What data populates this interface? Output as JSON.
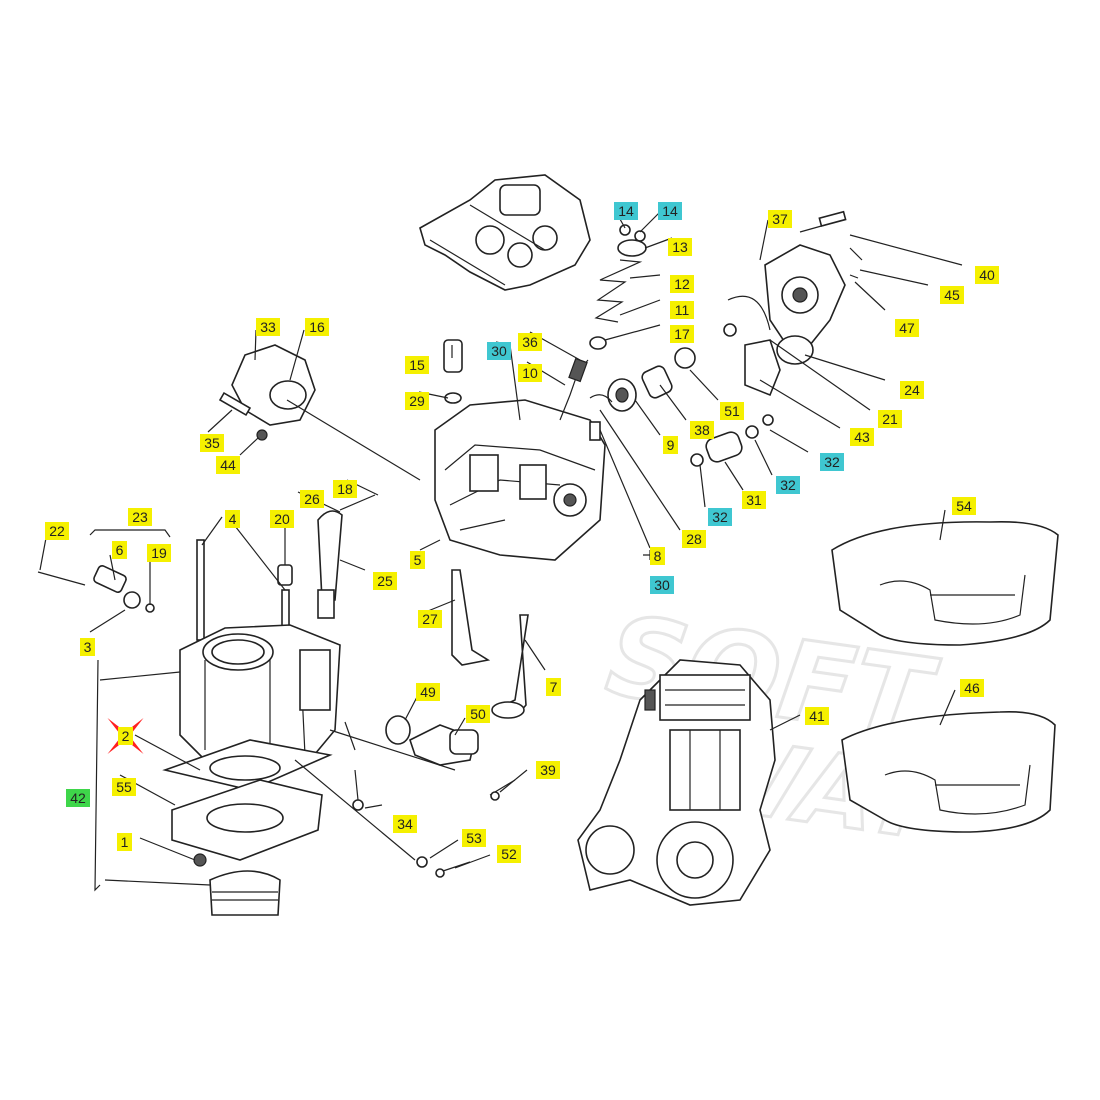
{
  "watermark": {
    "line1": "SOFT",
    "line2": "WAY"
  },
  "colors": {
    "yellow": "#f5f000",
    "cyan": "#3fc7d1",
    "green": "#3ed64a",
    "red": "#ff2020",
    "ink": "#222222"
  },
  "labels": [
    {
      "id": "l14a",
      "text": "14",
      "color": "cyan"
    },
    {
      "id": "l14b",
      "text": "14",
      "color": "cyan"
    },
    {
      "id": "l13",
      "text": "13",
      "color": "yellow"
    },
    {
      "id": "l12",
      "text": "12",
      "color": "yellow"
    },
    {
      "id": "l11",
      "text": "11",
      "color": "yellow"
    },
    {
      "id": "l17",
      "text": "17",
      "color": "yellow"
    },
    {
      "id": "l37",
      "text": "37",
      "color": "yellow"
    },
    {
      "id": "l40",
      "text": "40",
      "color": "yellow"
    },
    {
      "id": "l45",
      "text": "45",
      "color": "yellow"
    },
    {
      "id": "l47",
      "text": "47",
      "color": "yellow"
    },
    {
      "id": "l24",
      "text": "24",
      "color": "yellow"
    },
    {
      "id": "l21",
      "text": "21",
      "color": "yellow"
    },
    {
      "id": "l43",
      "text": "43",
      "color": "yellow"
    },
    {
      "id": "l51",
      "text": "51",
      "color": "yellow"
    },
    {
      "id": "l38",
      "text": "38",
      "color": "yellow"
    },
    {
      "id": "l9",
      "text": "9",
      "color": "yellow"
    },
    {
      "id": "l32a",
      "text": "32",
      "color": "cyan"
    },
    {
      "id": "l32b",
      "text": "32",
      "color": "cyan"
    },
    {
      "id": "l32c",
      "text": "32",
      "color": "cyan"
    },
    {
      "id": "l31",
      "text": "31",
      "color": "yellow"
    },
    {
      "id": "l28",
      "text": "28",
      "color": "yellow"
    },
    {
      "id": "l8",
      "text": "8",
      "color": "yellow"
    },
    {
      "id": "l30a",
      "text": "30",
      "color": "cyan"
    },
    {
      "id": "l30b",
      "text": "30",
      "color": "cyan"
    },
    {
      "id": "l36",
      "text": "36",
      "color": "yellow"
    },
    {
      "id": "l10",
      "text": "10",
      "color": "yellow"
    },
    {
      "id": "l15",
      "text": "15",
      "color": "yellow"
    },
    {
      "id": "l29",
      "text": "29",
      "color": "yellow"
    },
    {
      "id": "l33",
      "text": "33",
      "color": "yellow"
    },
    {
      "id": "l16",
      "text": "16",
      "color": "yellow"
    },
    {
      "id": "l35",
      "text": "35",
      "color": "yellow"
    },
    {
      "id": "l44",
      "text": "44",
      "color": "yellow"
    },
    {
      "id": "l18",
      "text": "18",
      "color": "yellow"
    },
    {
      "id": "l26",
      "text": "26",
      "color": "yellow"
    },
    {
      "id": "l20",
      "text": "20",
      "color": "yellow"
    },
    {
      "id": "l25",
      "text": "25",
      "color": "yellow"
    },
    {
      "id": "l5",
      "text": "5",
      "color": "yellow"
    },
    {
      "id": "l23",
      "text": "23",
      "color": "yellow"
    },
    {
      "id": "l22",
      "text": "22",
      "color": "yellow"
    },
    {
      "id": "l6",
      "text": "6",
      "color": "yellow"
    },
    {
      "id": "l19",
      "text": "19",
      "color": "yellow"
    },
    {
      "id": "l4",
      "text": "4",
      "color": "yellow"
    },
    {
      "id": "l3",
      "text": "3",
      "color": "yellow"
    },
    {
      "id": "l2",
      "text": "2",
      "color": "yellow"
    },
    {
      "id": "l42",
      "text": "42",
      "color": "green"
    },
    {
      "id": "l55",
      "text": "55",
      "color": "yellow"
    },
    {
      "id": "l1",
      "text": "1",
      "color": "yellow"
    },
    {
      "id": "l27",
      "text": "27",
      "color": "yellow"
    },
    {
      "id": "l7",
      "text": "7",
      "color": "yellow"
    },
    {
      "id": "l49",
      "text": "49",
      "color": "yellow"
    },
    {
      "id": "l50",
      "text": "50",
      "color": "yellow"
    },
    {
      "id": "l39",
      "text": "39",
      "color": "yellow"
    },
    {
      "id": "l34",
      "text": "34",
      "color": "yellow"
    },
    {
      "id": "l53",
      "text": "53",
      "color": "yellow"
    },
    {
      "id": "l52",
      "text": "52",
      "color": "yellow"
    },
    {
      "id": "l54",
      "text": "54",
      "color": "yellow"
    },
    {
      "id": "l46",
      "text": "46",
      "color": "yellow"
    },
    {
      "id": "l41",
      "text": "41",
      "color": "yellow"
    }
  ]
}
